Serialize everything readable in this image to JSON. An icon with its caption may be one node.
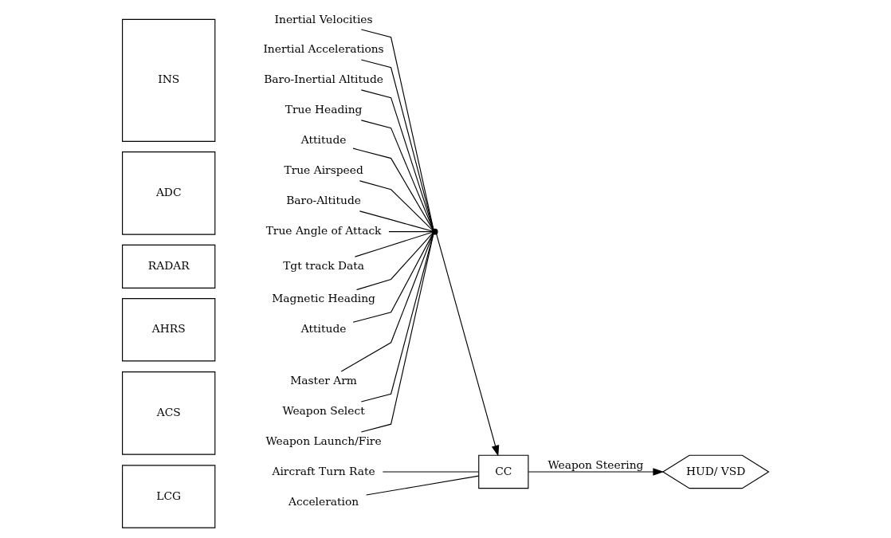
{
  "diagram": {
    "nodes": [
      {
        "text": [
          "INS"
        ]
      },
      {
        "text": [
          "Inertial Velocities"
        ]
      },
      {
        "text": [
          "Inertial Accelerations"
        ]
      },
      {
        "text": [
          "Baro-Inertial Altitude"
        ]
      },
      {
        "text": [
          "True Heading"
        ]
      },
      {
        "text": [
          "Attitude"
        ]
      },
      {
        "text": [
          "ADC"
        ]
      },
      {
        "text": [
          "True Airspeed"
        ]
      },
      {
        "text": [
          "Baro-Altitude"
        ]
      },
      {
        "text": [
          "True Angle of Attack"
        ]
      },
      {
        "text": [
          "RADAR"
        ]
      },
      {
        "text": [
          "Tgt track Data"
        ]
      },
      {
        "text": [
          "AHRS"
        ]
      },
      {
        "text": [
          "Magnetic Heading"
        ]
      },
      {
        "text": [
          "Attitude"
        ]
      },
      {
        "text": [
          "ACS"
        ]
      },
      {
        "text": [
          "Master Arm"
        ]
      },
      {
        "text": [
          "Weapon Select"
        ]
      },
      {
        "text": [
          "Weapon Launch/Fire"
        ]
      },
      {
        "text": [
          "LCG"
        ]
      },
      {
        "text": [
          "Aircraft Turn Rate"
        ]
      },
      {
        "text": [
          "Acceleration"
        ]
      },
      {
        "text": [],
        "shape": "circle"
      },
      {
        "text": [
          "HUD/ VSD"
        ]
      },
      {
        "text": [
          "CC"
        ]
      }
    ],
    "edges": [
      {
        "from": 1,
        "to": 22,
        "arrow": "none"
      },
      {
        "from": 2,
        "to": 22,
        "arrow": "none"
      },
      {
        "from": 3,
        "to": 22,
        "arrow": "none"
      },
      {
        "from": 4,
        "to": 22,
        "arrow": "none"
      },
      {
        "from": 5,
        "to": 22,
        "arrow": "none"
      },
      {
        "from": 7,
        "to": 22,
        "arrow": "none"
      },
      {
        "from": 8,
        "to": 22,
        "arrow": "none"
      },
      {
        "from": 9,
        "to": 22,
        "arrow": "none"
      },
      {
        "from": 11,
        "to": 22,
        "arrow": "none"
      },
      {
        "from": 13,
        "to": 22,
        "arrow": "none"
      },
      {
        "from": 14,
        "to": 22,
        "arrow": "none"
      },
      {
        "from": 16,
        "to": 22,
        "arrow": "none"
      },
      {
        "from": 17,
        "to": 22,
        "arrow": "none"
      },
      {
        "from": 18,
        "to": 22,
        "arrow": "none"
      },
      {
        "from": 22,
        "to": 24,
        "arrow": "to"
      },
      {
        "from": 20,
        "to": 24,
        "arrow": "none"
      },
      {
        "from": 21,
        "to": 24,
        "arrow": "none"
      },
      {
        "from": 24,
        "to": 23,
        "label": "Weapon Steering",
        "arrow": "to"
      }
    ]
  }
}
